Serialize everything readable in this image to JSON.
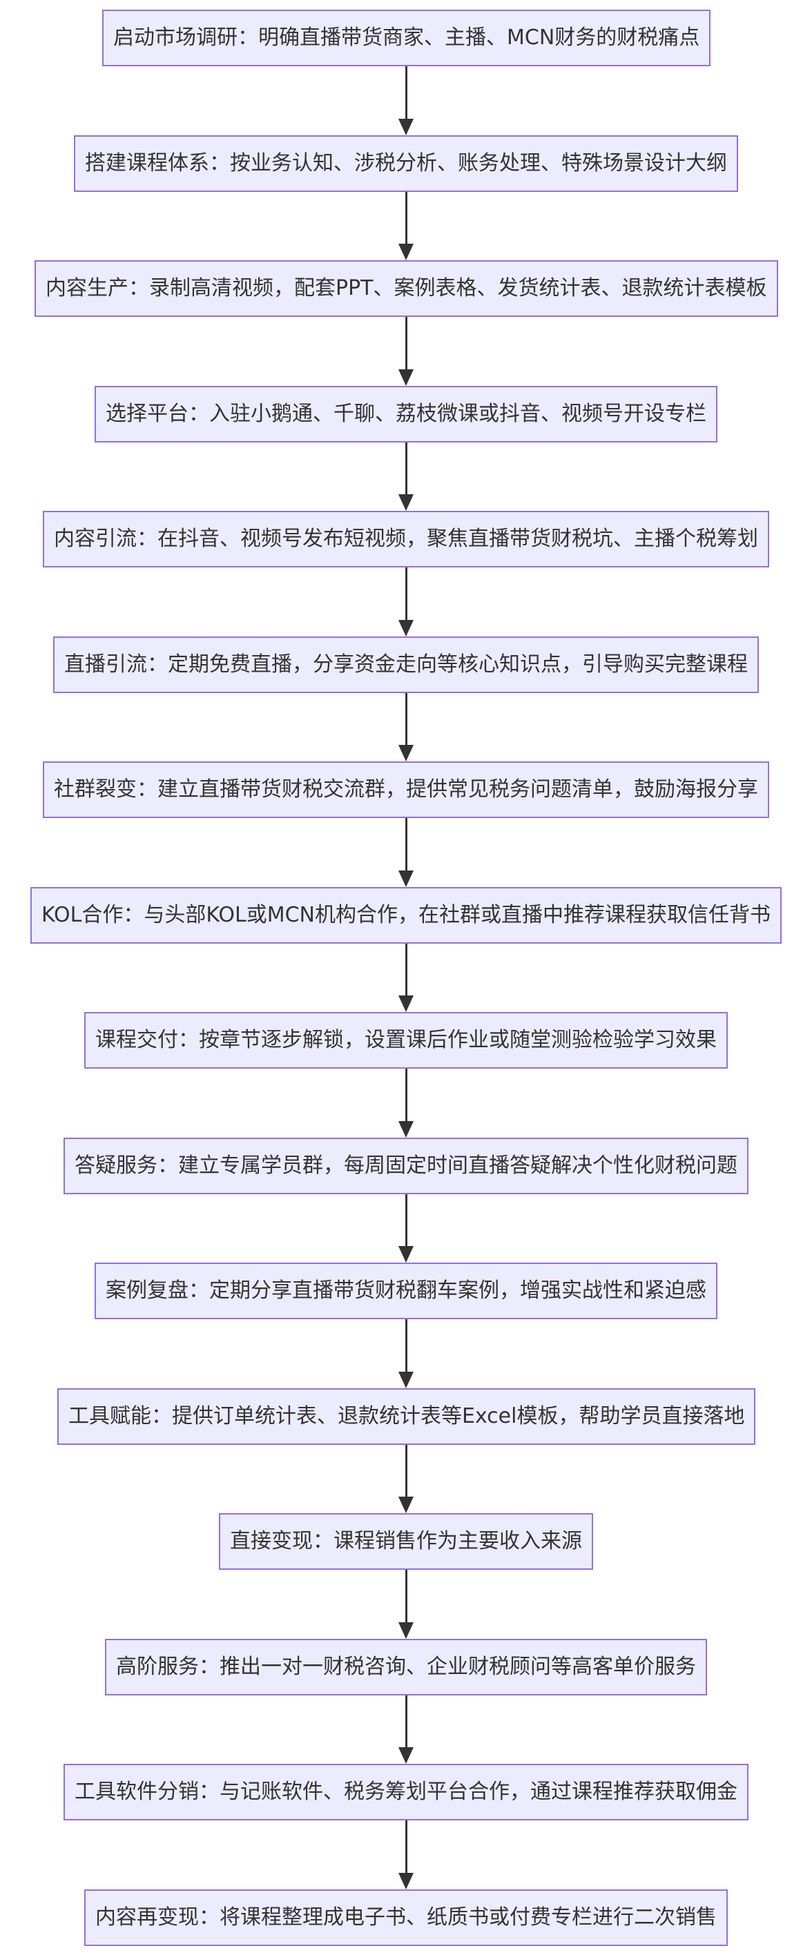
{
  "colors": {
    "node_fill": "#ECECFF",
    "node_border": "#9370DB",
    "edge": "#333333",
    "text": "#333333"
  },
  "steps": [
    "启动市场调研：明确直播带货商家、主播、MCN财务的财税痛点",
    "搭建课程体系：按业务认知、涉税分析、账务处理、特殊场景设计大纲",
    "内容生产：录制高清视频，配套PPT、案例表格、发货统计表、退款统计表模板",
    "选择平台：入驻小鹅通、千聊、荔枝微课或抖音、视频号开设专栏",
    "内容引流：在抖音、视频号发布短视频，聚焦直播带货财税坑、主播个税筹划",
    "直播引流：定期免费直播，分享资金走向等核心知识点，引导购买完整课程",
    "社群裂变：建立直播带货财税交流群，提供常见税务问题清单，鼓励海报分享",
    "KOL合作：与头部KOL或MCN机构合作，在社群或直播中推荐课程获取信任背书",
    "课程交付：按章节逐步解锁，设置课后作业或随堂测验检验学习效果",
    "答疑服务：建立专属学员群，每周固定时间直播答疑解决个性化财税问题",
    "案例复盘：定期分享直播带货财税翻车案例，增强实战性和紧迫感",
    "工具赋能：提供订单统计表、退款统计表等Excel模板，帮助学员直接落地",
    "直接变现：课程销售作为主要收入来源",
    "高阶服务：推出一对一财税咨询、企业财税顾问等高客单价服务",
    "工具软件分销：与记账软件、税务筹划平台合作，通过课程推荐获取佣金",
    "内容再变现：将课程整理成电子书、纸质书或付费专栏进行二次销售"
  ]
}
